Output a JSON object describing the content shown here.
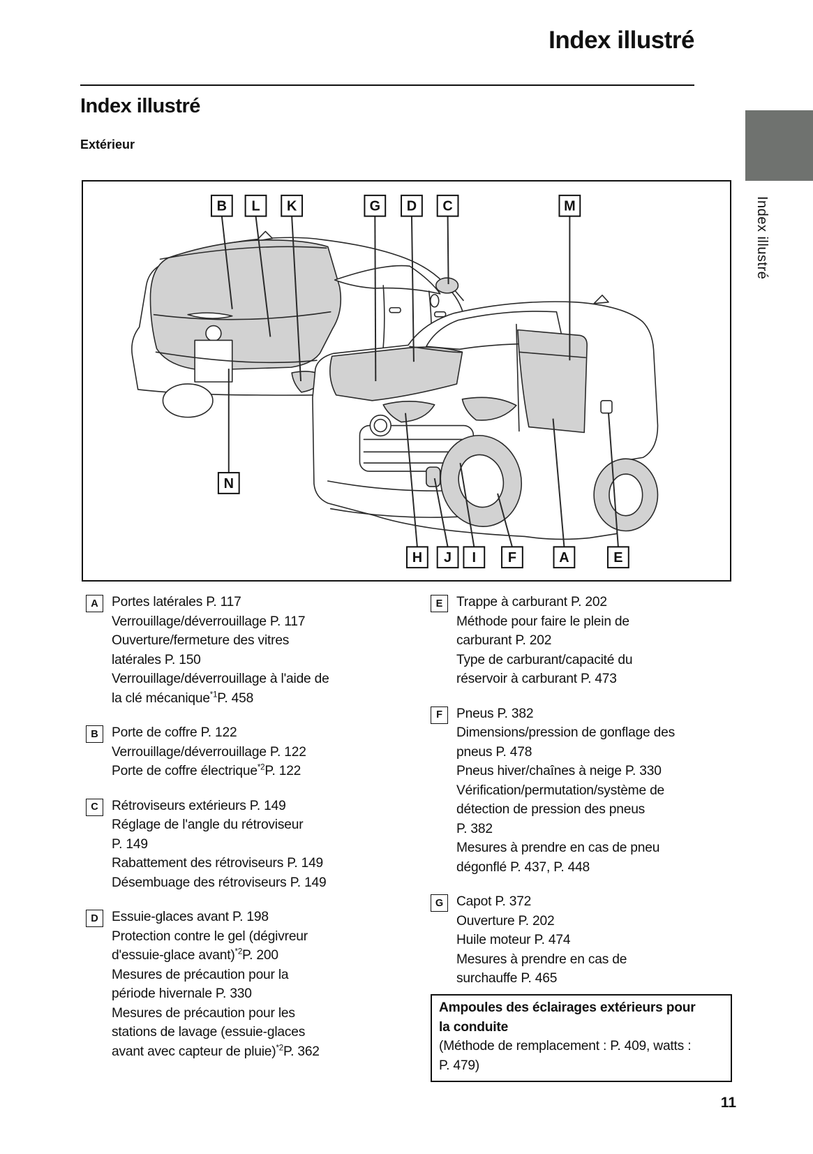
{
  "page": {
    "header_title": "Index illustré",
    "section_title": "Index illustré",
    "subsection_title": "Extérieur",
    "sidebar_tab_label": "Index illustré",
    "page_number": "11"
  },
  "colors": {
    "tab_gray": "#6f726f",
    "shade_gray": "#d2d2d2",
    "line_dark": "#2a2a2a"
  },
  "diagram": {
    "top_labels": [
      "B",
      "L",
      "K",
      "G",
      "D",
      "C",
      "M"
    ],
    "bottom_labels": [
      "H",
      "J",
      "I",
      "F",
      "A",
      "E"
    ],
    "side_label": "N"
  },
  "sections": {
    "left": [
      {
        "label": "A",
        "text": "Portes latérales P. 117\nVerrouillage/déverrouillage P. 117\nOuverture/fermeture des vitres\nlatérales P. 150\nVerrouillage/déverrouillage à l'aide de\nla clé mécanique*1P. 458"
      },
      {
        "label": "B",
        "text": "Porte de coffre P. 122\nVerrouillage/déverrouillage P. 122\nPorte de coffre électrique*2P. 122"
      },
      {
        "label": "C",
        "text": "Rétroviseurs extérieurs P. 149\nRéglage de l'angle du rétroviseur\nP. 149\nRabattement des rétroviseurs P. 149\nDésembuage des rétroviseurs P. 149"
      },
      {
        "label": "D",
        "text": "Essuie-glaces avant P. 198\nProtection contre le gel (dégivreur\nd'essuie-glace avant)*2P. 200\nMesures de précaution pour la\npériode hivernale P. 330\nMesures de précaution pour les\nstations de lavage (essuie-glaces\navant avec capteur de pluie)*2P. 362"
      }
    ],
    "right": [
      {
        "label": "E",
        "text": "Trappe à carburant P. 202\nMéthode pour faire le plein de\ncarburant P. 202\nType de carburant/capacité du\nréservoir à carburant P. 473"
      },
      {
        "label": "F",
        "text": "Pneus P. 382\nDimensions/pression de gonflage des\npneus P. 478\nPneus hiver/chaînes à neige P. 330\nVérification/permutation/système de\ndétection de pression des pneus\nP. 382\nMesures à prendre en cas de pneu\ndégonflé P. 437, P. 448"
      },
      {
        "label": "G",
        "text": "Capot P. 372\nOuverture P. 202\nHuile moteur P. 474\nMesures à prendre en cas de\nsurchauffe P. 465"
      }
    ]
  },
  "footer_box": {
    "title": "Ampoules des éclairages extérieurs pour\nla conduite",
    "body": "(Méthode de remplacement : P. 409, watts :\nP. 479)"
  }
}
